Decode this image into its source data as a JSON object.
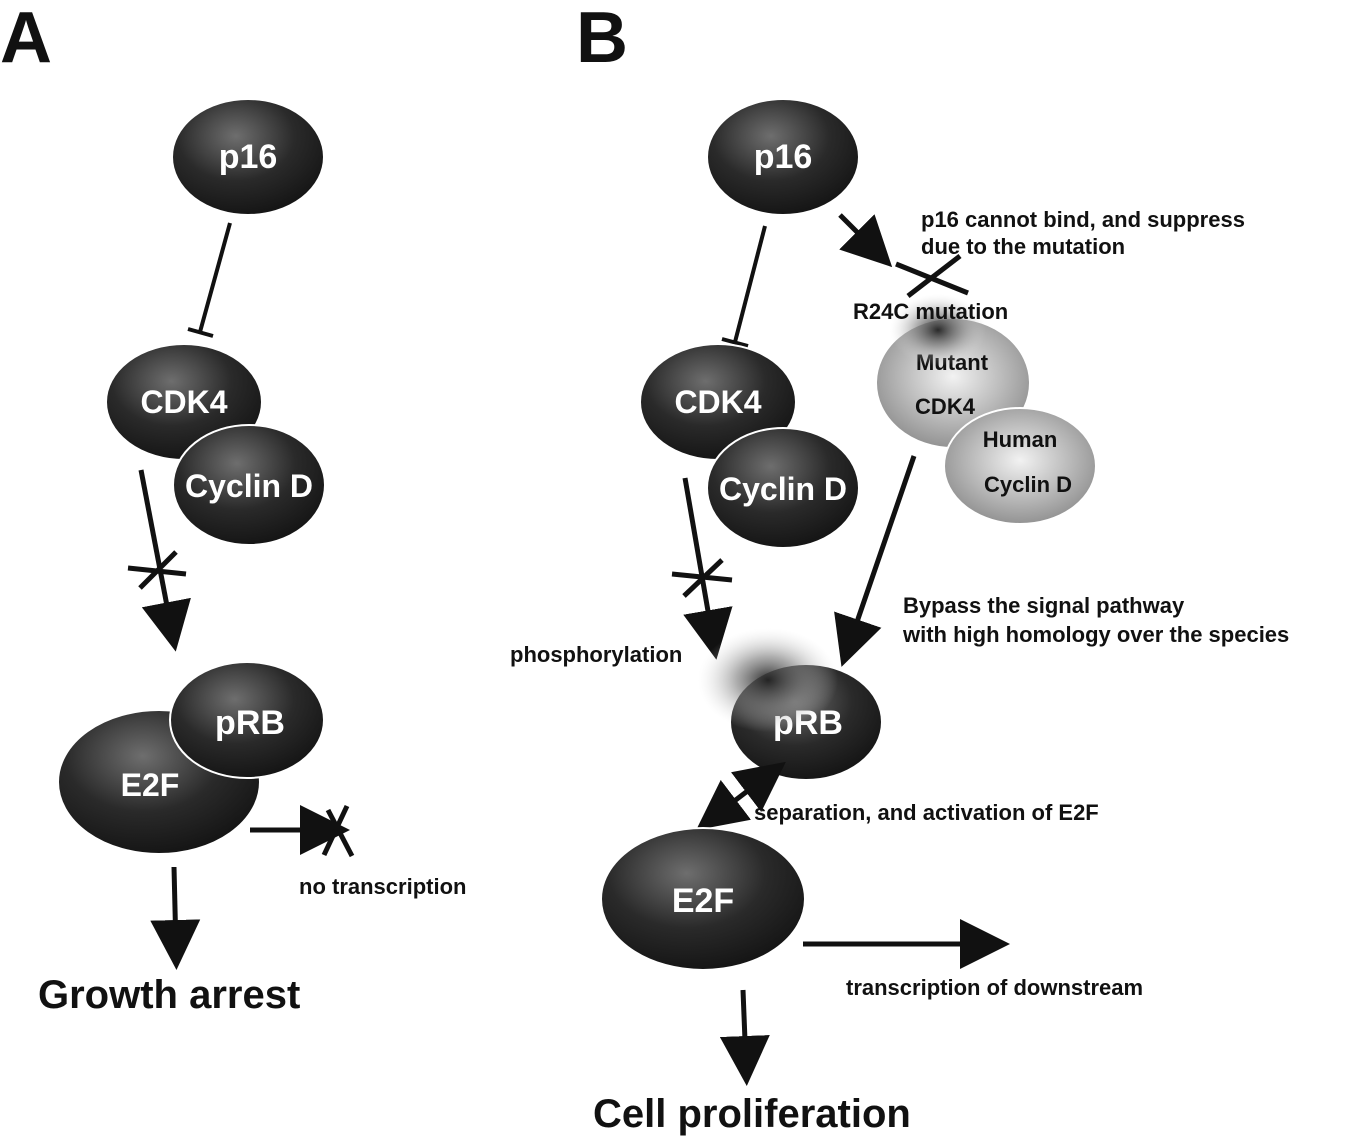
{
  "panels": {
    "a": {
      "label": "A",
      "nodes": {
        "p16": "p16",
        "cdk4": "CDK4",
        "cyclin_d": "Cyclin D",
        "prb": "pRB",
        "e2f": "E2F"
      },
      "annotations": {
        "no_transcription": "no transcription"
      },
      "outcome": "Growth arrest"
    },
    "b": {
      "label": "B",
      "nodes": {
        "p16": "p16",
        "cdk4": "CDK4",
        "cyclin_d": "Cyclin D",
        "mutant_cdk4_line1": "Mutant",
        "mutant_cdk4_line2": "CDK4",
        "human_cyclin_d_line1": "Human",
        "human_cyclin_d_line2": "Cyclin D",
        "prb": "pRB",
        "e2f": "E2F"
      },
      "annotations": {
        "p16_cannot_bind_line1": "p16 cannot bind, and suppress",
        "p16_cannot_bind_line2": "due to the mutation",
        "r24c_mutation": "R24C mutation",
        "bypass_line1": "Bypass the signal pathway",
        "bypass_line2": "with high homology over the species",
        "phosphorylation": "phosphorylation",
        "separation": "separation, and activation of E2F",
        "transcription_downstream": "transcription of downstream"
      },
      "outcome": "Cell proliferation"
    }
  },
  "colors": {
    "node_dark": "#1a1a1a",
    "node_light": "#5a5a5a",
    "node_gray": "#9a9a9a",
    "text": "#111111"
  }
}
